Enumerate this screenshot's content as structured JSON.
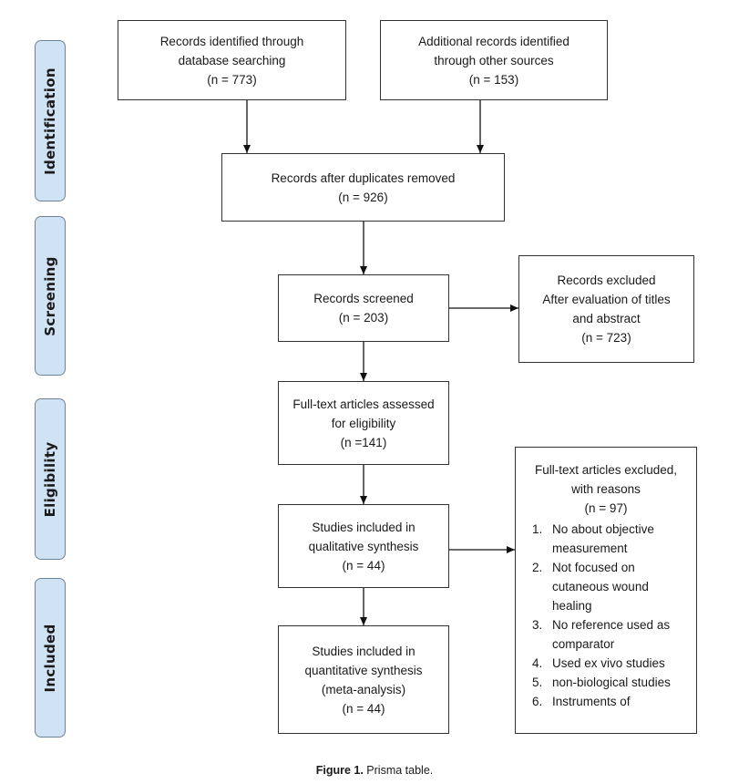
{
  "phases": {
    "identification": "Identification",
    "screening": "Screening",
    "eligibility": "Eligibility",
    "included": "Included"
  },
  "boxes": {
    "database": [
      "Records identified through",
      "database searching",
      "(n = 773)"
    ],
    "other_sources": [
      "Additional records identified",
      "through other sources",
      "(n = 153)"
    ],
    "duplicates_removed": [
      "Records after duplicates removed",
      "(n = 926)"
    ],
    "screened": [
      "Records screened",
      "(n = 203)"
    ],
    "excluded_titles": [
      "Records excluded",
      "After evaluation of titles",
      "and abstract",
      "(n = 723)"
    ],
    "fulltext_assessed": [
      "Full-text articles assessed",
      "for eligibility",
      "(n =141)"
    ],
    "qualitative": [
      "Studies included in",
      "qualitative synthesis",
      "(n = 44)"
    ],
    "quantitative": [
      "Studies included in",
      "quantitative synthesis",
      "(meta-analysis)",
      "(n = 44)"
    ],
    "fulltext_excluded": {
      "header": [
        "Full-text articles excluded,",
        "with reasons",
        "(n = 97)"
      ],
      "reasons": [
        {
          "num": "1.",
          "lines": [
            "No about objective",
            "measurement"
          ]
        },
        {
          "num": "2.",
          "lines": [
            "Not focused on",
            "cutaneous wound",
            "healing"
          ]
        },
        {
          "num": "3.",
          "lines": [
            "No reference used as",
            "comparator"
          ]
        },
        {
          "num": "4.",
          "lines": [
            "Used ex vivo studies"
          ]
        },
        {
          "num": "5.",
          "lines": [
            "non-biological studies"
          ]
        },
        {
          "num": "6.",
          "lines": [
            "Instruments of"
          ]
        }
      ]
    }
  },
  "caption": {
    "label": "Figure 1.",
    "text": " Prisma table."
  }
}
